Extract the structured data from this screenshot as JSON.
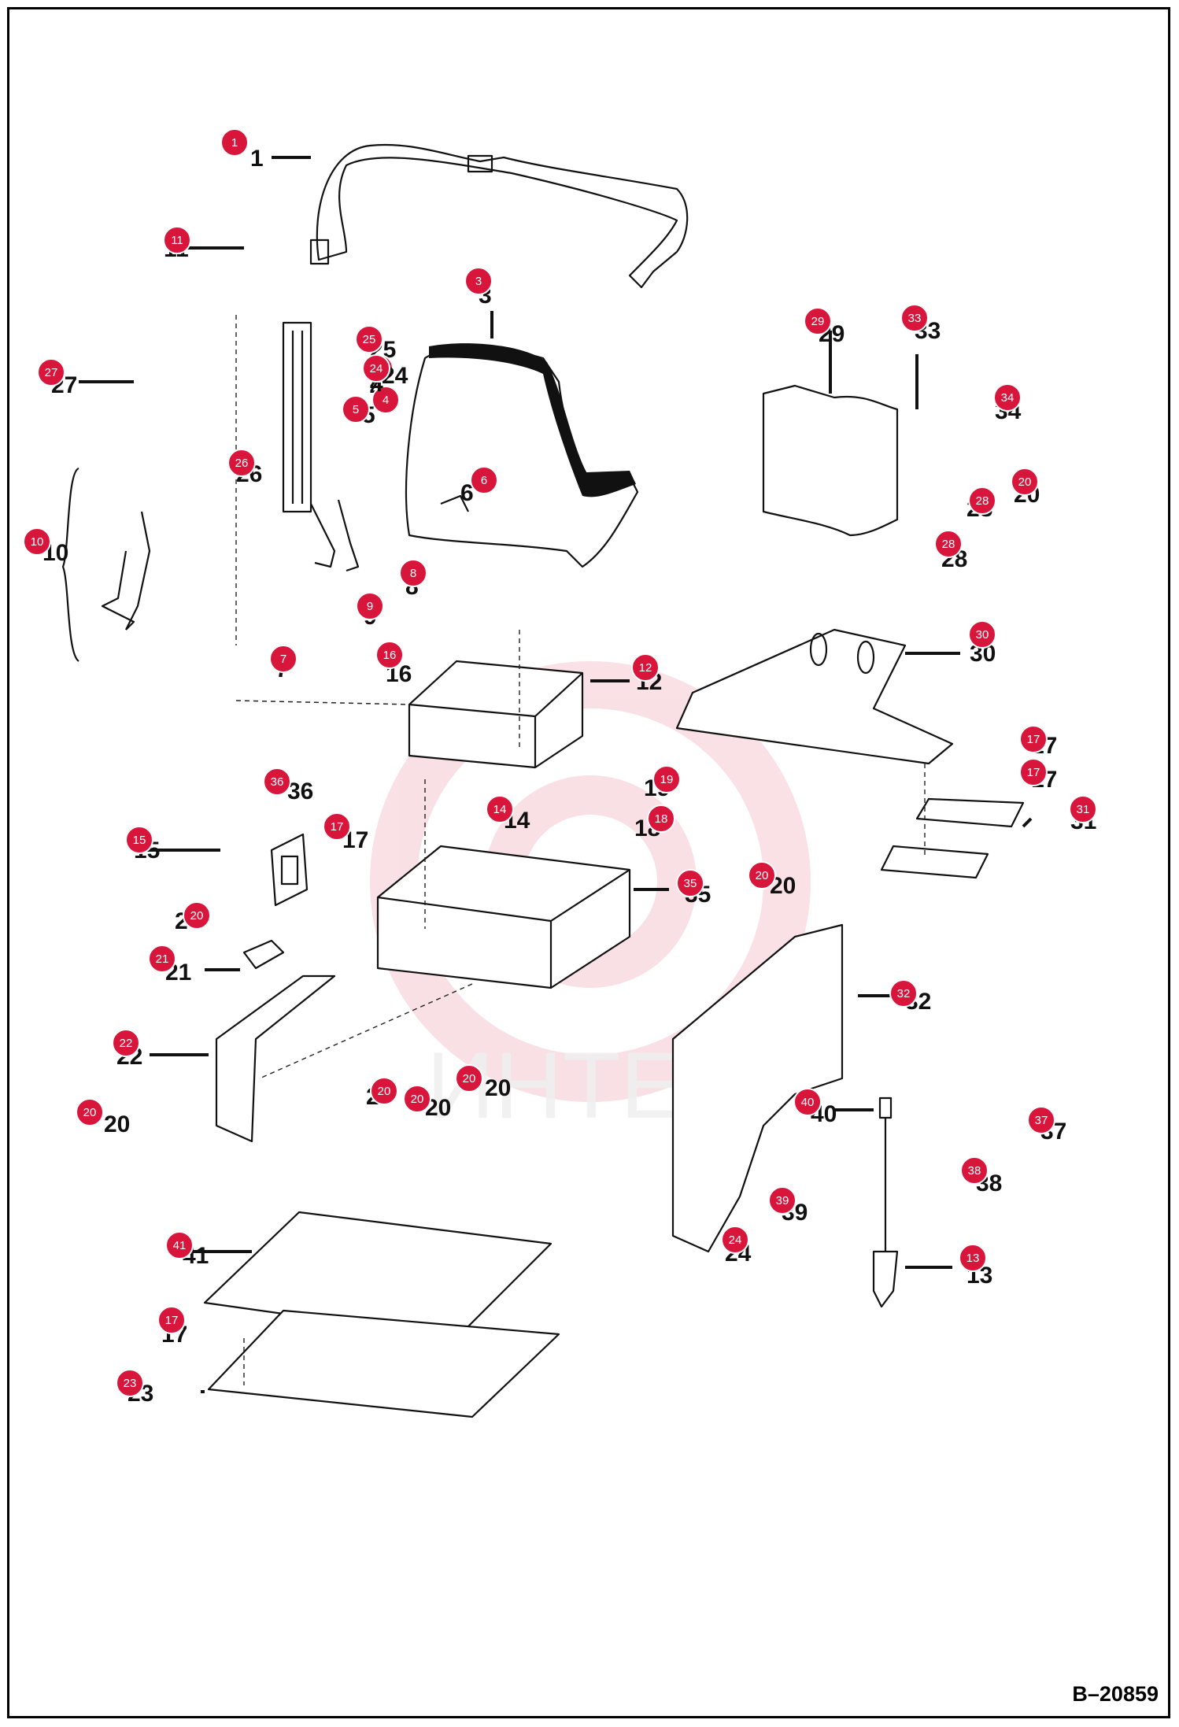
{
  "drawing_code": "B–20859",
  "watermark_text": "ИНТЕХ",
  "accent_color": "#d8163c",
  "callouts": [
    {
      "num": "1",
      "label": "1"
    },
    {
      "num": "3",
      "label": "3"
    },
    {
      "num": "4",
      "label": "4"
    },
    {
      "num": "5",
      "label": "5"
    },
    {
      "num": "6",
      "label": "6"
    },
    {
      "num": "7",
      "label": "7"
    },
    {
      "num": "8",
      "label": "8"
    },
    {
      "num": "9",
      "label": "9"
    },
    {
      "num": "10",
      "label": "10"
    },
    {
      "num": "11",
      "label": "11"
    },
    {
      "num": "12",
      "label": "12"
    },
    {
      "num": "13",
      "label": "13"
    },
    {
      "num": "14",
      "label": "14"
    },
    {
      "num": "15",
      "label": "15"
    },
    {
      "num": "16",
      "label": "16"
    },
    {
      "num": "17",
      "label": "17"
    },
    {
      "num": "18",
      "label": "18"
    },
    {
      "num": "19",
      "label": "19"
    },
    {
      "num": "20",
      "label": "20"
    },
    {
      "num": "21",
      "label": "21"
    },
    {
      "num": "22",
      "label": "22"
    },
    {
      "num": "23",
      "label": "23"
    },
    {
      "num": "24",
      "label": "24"
    },
    {
      "num": "25",
      "label": "25"
    },
    {
      "num": "26",
      "label": "26"
    },
    {
      "num": "27",
      "label": "27"
    },
    {
      "num": "28",
      "label": "28"
    },
    {
      "num": "29",
      "label": "29"
    },
    {
      "num": "30",
      "label": "30"
    },
    {
      "num": "31",
      "label": "31"
    },
    {
      "num": "32",
      "label": "32"
    },
    {
      "num": "33",
      "label": "33"
    },
    {
      "num": "34",
      "label": "34"
    },
    {
      "num": "35",
      "label": "35"
    },
    {
      "num": "36",
      "label": "36"
    },
    {
      "num": "37",
      "label": "37"
    },
    {
      "num": "38",
      "label": "38"
    },
    {
      "num": "39",
      "label": "39"
    },
    {
      "num": "40",
      "label": "40"
    },
    {
      "num": "41",
      "label": "41"
    }
  ]
}
